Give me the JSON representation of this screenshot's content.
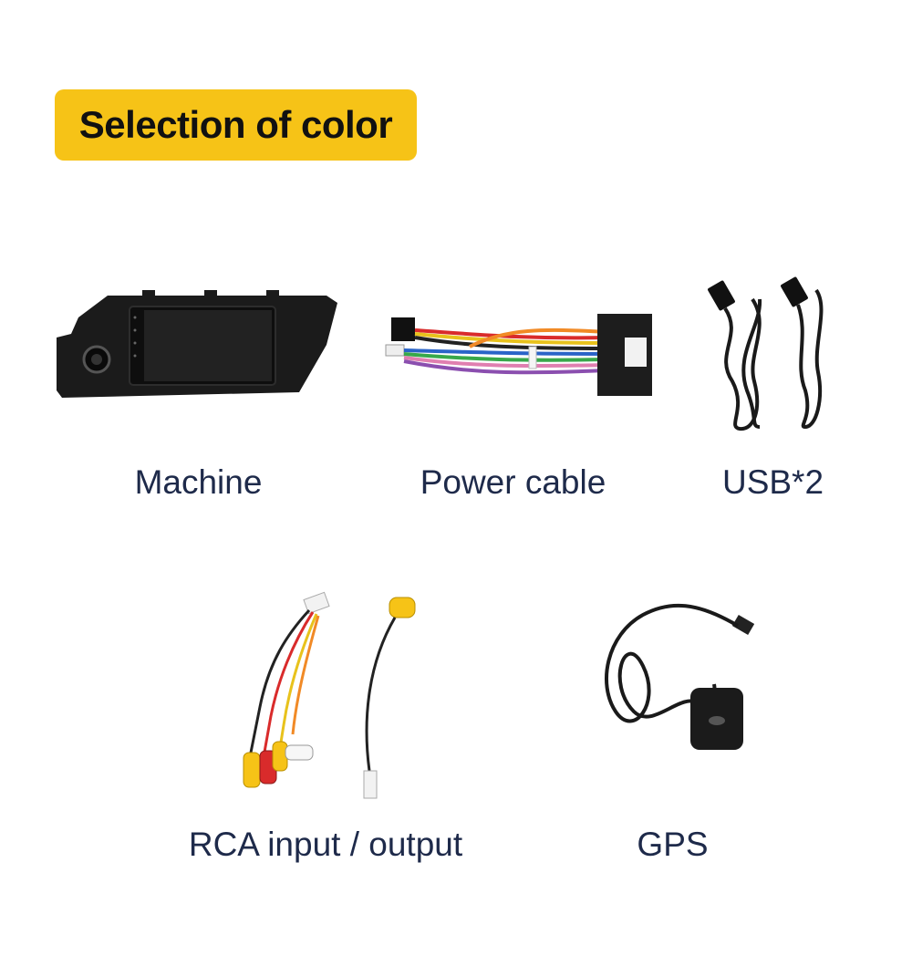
{
  "header": {
    "title": "Selection of color"
  },
  "items": [
    {
      "label": "Machine",
      "icon": "car-stereo-head-unit-image"
    },
    {
      "label": "Power cable",
      "icon": "power-harness-image"
    },
    {
      "label": "USB*2",
      "icon": "usb-cables-image"
    },
    {
      "label": "RCA input / output",
      "icon": "rca-cables-image"
    },
    {
      "label": "GPS",
      "icon": "gps-antenna-image"
    }
  ],
  "colors": {
    "badge": "#f6c317",
    "caption": "#1e2a4a",
    "device": "#1a1a1a"
  }
}
